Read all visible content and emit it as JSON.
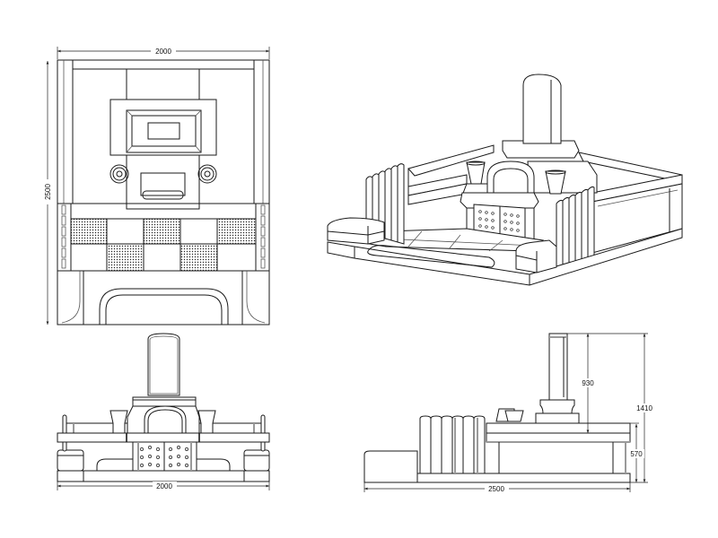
{
  "drawing": {
    "plan_view": {
      "width_label": "2000",
      "depth_label": "2500"
    },
    "front_view": {
      "width_label": "2000"
    },
    "side_view": {
      "length_label": "2500",
      "monument_height_label": "930",
      "total_height_label": "1410",
      "base_height_label": "570"
    }
  }
}
